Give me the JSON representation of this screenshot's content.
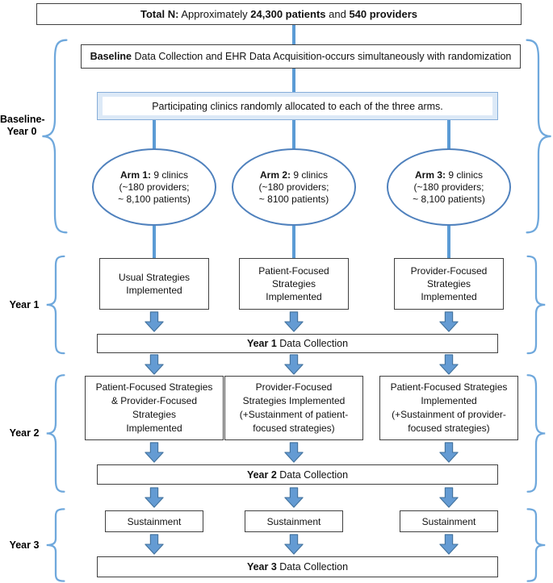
{
  "diagram": {
    "total": {
      "bold1": "Total N:",
      "text1": " Approximately ",
      "bold2": "24,300 patients",
      "text2": " and ",
      "bold3": "540 providers"
    },
    "baseline": {
      "label": [
        "Baseline-",
        "Year 0"
      ],
      "collection_bold": "Baseline",
      "collection_rest": " Data Collection and EHR Data Acquisition-occurs simultaneously with randomization",
      "allocation": "Participating clinics randomly allocated to each of the three arms.",
      "arms": [
        {
          "bold": "Arm 1:",
          "rest": " 9 clinics",
          "line2": "(~180 providers;",
          "line3": "~ 8,100 patients)"
        },
        {
          "bold": "Arm 2:",
          "rest": " 9 clinics",
          "line2": "(~180 providers;",
          "line3": "~ 8100 patients)"
        },
        {
          "bold": "Arm 3:",
          "rest": " 9 clinics",
          "line2": "(~180 providers;",
          "line3": "~ 8,100 patients)"
        }
      ]
    },
    "year1": {
      "label": "Year 1",
      "boxes": [
        [
          "Usual Strategies",
          "Implemented"
        ],
        [
          "Patient-Focused",
          "Strategies",
          "Implemented"
        ],
        [
          "Provider-Focused",
          "Strategies",
          "Implemented"
        ]
      ],
      "collection_bold": "Year 1",
      "collection_rest": " Data Collection"
    },
    "year2": {
      "label": "Year 2",
      "boxes": [
        [
          "Patient-Focused Strategies",
          "& Provider-Focused",
          "Strategies",
          "Implemented"
        ],
        [
          "Provider-Focused",
          "Strategies Implemented",
          "(+Sustainment of patient-",
          "focused strategies)"
        ],
        [
          "Patient-Focused Strategies",
          "Implemented",
          "(+Sustainment of provider-",
          "focused strategies)"
        ]
      ],
      "collection_bold": "Year 2",
      "collection_rest": " Data Collection"
    },
    "year3": {
      "label": "Year 3",
      "boxes": [
        "Sustainment",
        "Sustainment",
        "Sustainment"
      ],
      "collection_bold": "Year 3",
      "collection_rest": " Data Collection"
    }
  },
  "colors": {
    "connector": "#5B9BD5",
    "arrow_fill": "#649BD3",
    "arrow_stroke": "#41719C",
    "brace": "#6FA8DC",
    "ellipse_stroke": "#4F81BD",
    "allocation_fill": "#DCE9F7",
    "allocation_border": "#86AED9",
    "box_border": "#404040"
  }
}
